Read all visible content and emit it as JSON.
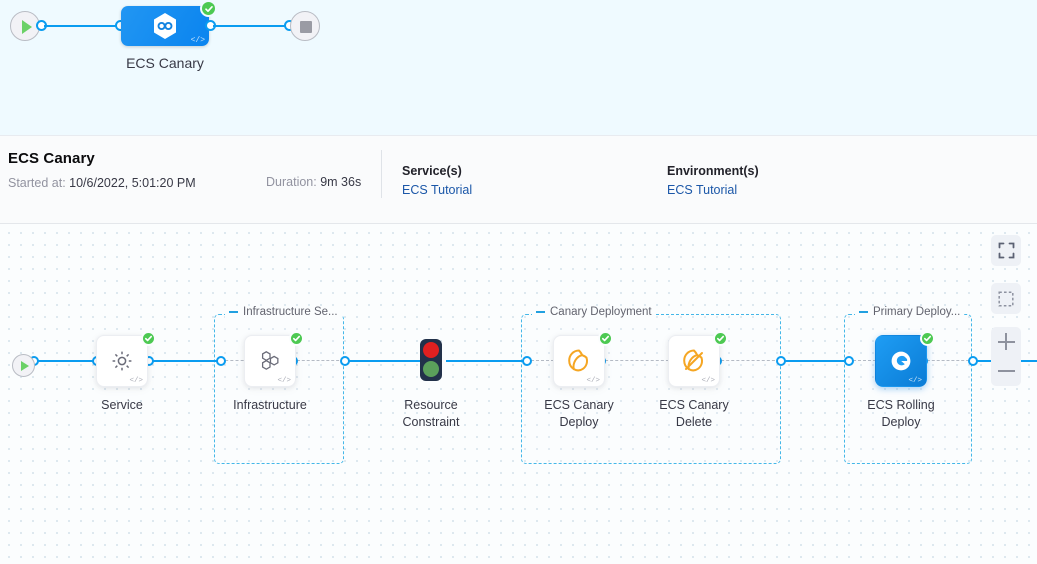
{
  "top_pipeline": {
    "start_icon": "play-icon",
    "end_icon": "stop-icon",
    "card_icon": "harness-pipeline-hexagon-icon",
    "card_code_glyph": "</>",
    "status_icon": "check-circle-icon",
    "label": "ECS Canary"
  },
  "detail": {
    "title": "ECS Canary",
    "started_label": "Started at",
    "started_value": "10/6/2022, 5:01:20 PM",
    "duration_label": "Duration",
    "duration_value": "9m 36s",
    "services_heading": "Service(s)",
    "services_value": "ECS Tutorial",
    "environments_heading": "Environment(s)",
    "environments_value": "ECS Tutorial"
  },
  "canvas": {
    "start_icon": "play-icon",
    "groups": [
      {
        "id": "infra",
        "label": "Infrastructure Se..."
      },
      {
        "id": "canary",
        "label": "Canary Deployment"
      },
      {
        "id": "primary",
        "label": "Primary Deploy..."
      }
    ],
    "nodes": [
      {
        "id": "service",
        "label": "Service",
        "icon": "gear-icon",
        "status": "success",
        "code_glyph": "</>",
        "selected": false
      },
      {
        "id": "infrastructure",
        "label": "Infrastructure",
        "icon": "hexagon-cluster-icon",
        "status": "success",
        "code_glyph": "</>",
        "selected": false
      },
      {
        "id": "resource-constraint",
        "label": "Resource\nConstraint",
        "label_line1": "Resource",
        "label_line2": "Constraint",
        "icon": "traffic-light-icon",
        "status": "none",
        "selected": false
      },
      {
        "id": "ecs-canary-deploy",
        "label_line1": "ECS Canary",
        "label_line2": "Deploy",
        "icon": "ecs-canary-deploy-icon",
        "status": "success",
        "code_glyph": "</>",
        "selected": false
      },
      {
        "id": "ecs-canary-delete",
        "label_line1": "ECS Canary",
        "label_line2": "Delete",
        "icon": "ecs-canary-delete-icon",
        "status": "success",
        "code_glyph": "</>",
        "selected": false
      },
      {
        "id": "ecs-rolling-deploy",
        "label_line1": "ECS Rolling",
        "label_line2": "Deploy",
        "icon": "ecs-rolling-deploy-icon",
        "status": "success",
        "code_glyph": "</>",
        "selected": true
      }
    ],
    "controls": [
      {
        "id": "fit-to-screen",
        "icon": "fit-screen-icon"
      },
      {
        "id": "select-area",
        "icon": "dashed-square-icon"
      },
      {
        "id": "zoom-in",
        "icon": "plus-icon"
      },
      {
        "id": "zoom-out",
        "icon": "minus-icon"
      }
    ]
  },
  "colors": {
    "accent_blue": "#0a9cf0",
    "success_green": "#4dc952",
    "group_border": "#44b7e8",
    "link_blue": "#1b57a8",
    "selected_node": "#1e9df4",
    "top_strip_bg": "#effaff"
  }
}
